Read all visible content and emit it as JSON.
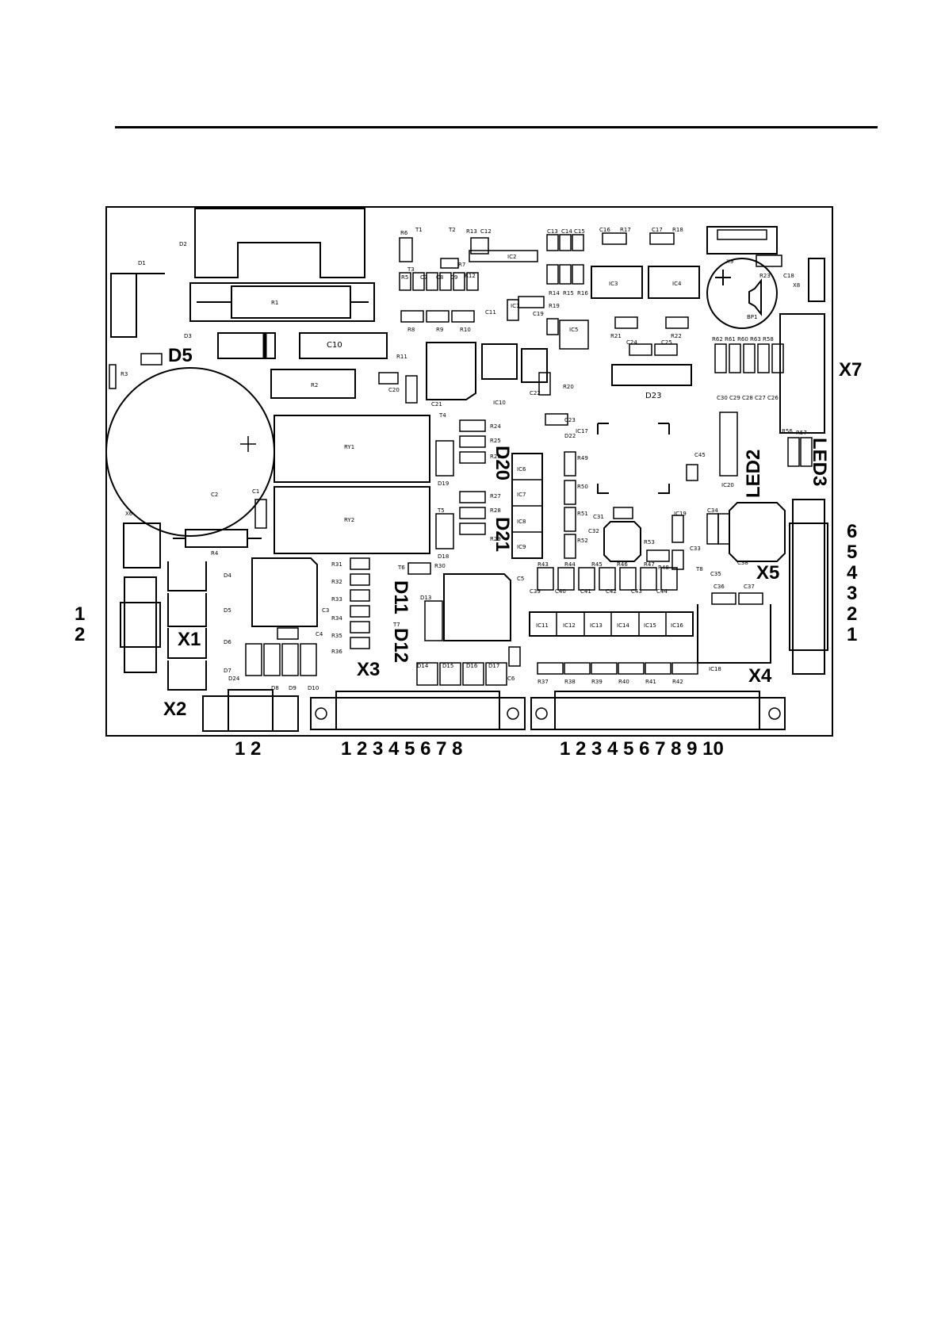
{
  "board": {
    "large_labels": [
      "D5",
      "D20",
      "D21",
      "D11",
      "D12",
      "X1",
      "X2",
      "X3",
      "X4",
      "X5",
      "X7",
      "LED2",
      "LED3"
    ],
    "small_labels": [
      "D1",
      "D2",
      "D3",
      "R1",
      "R2",
      "R3",
      "C10",
      "C2",
      "C1",
      "X6",
      "R4",
      "D4",
      "D5",
      "D6",
      "D7",
      "D24",
      "D8",
      "D9",
      "D10",
      "C3",
      "C4",
      "RY1",
      "RY2",
      "R6",
      "T1",
      "T2",
      "R13",
      "C12",
      "IC2",
      "T3",
      "R7",
      "R5",
      "C7",
      "C8",
      "C9",
      "R12",
      "C11",
      "R8",
      "R9",
      "R10",
      "IC1",
      "R19",
      "C19",
      "IC5",
      "R11",
      "C20",
      "C21",
      "IC10",
      "C22",
      "R20",
      "C13",
      "C14",
      "C15",
      "C16",
      "R17",
      "C17",
      "R18",
      "IC3",
      "IC4",
      "R14",
      "R15",
      "R16",
      "R21",
      "R22",
      "C24",
      "C25",
      "D23",
      "X9",
      "BP1",
      "R23",
      "C18",
      "X8",
      "T4",
      "R24",
      "R25",
      "R26",
      "D19",
      "T5",
      "R27",
      "R28",
      "R29",
      "D18",
      "IC6",
      "IC7",
      "IC8",
      "IC9",
      "C23",
      "D22",
      "IC17",
      "R49",
      "R50",
      "R51",
      "R52",
      "C31",
      "C32",
      "C45",
      "IC20",
      "IC19",
      "R53",
      "C33",
      "C34",
      "C35",
      "C38",
      "T8",
      "R31",
      "R32",
      "R33",
      "R34",
      "R35",
      "R36",
      "T6",
      "R30",
      "T7",
      "D13",
      "D14",
      "D15",
      "D16",
      "D17",
      "C6",
      "R43",
      "R44",
      "R45",
      "R46",
      "R47",
      "R48",
      "C5",
      "C39",
      "C40",
      "C41",
      "C42",
      "C43",
      "C44",
      "IC11",
      "IC12",
      "IC13",
      "IC14",
      "IC15",
      "IC16",
      "IC18",
      "C36",
      "C37",
      "R37",
      "R38",
      "R39",
      "R40",
      "R41",
      "R42",
      "R62",
      "R61",
      "R60",
      "R63",
      "R58",
      "C30",
      "C29",
      "C28",
      "C27",
      "C26",
      "R56",
      "R57"
    ],
    "pin_labels": {
      "x2_pins": "1 2",
      "x3_pins": "1 2 3 4 5 6 7 8",
      "x4_pins": "1 2 3 4 5 6 7 8 9 10",
      "x1_pins": [
        "1",
        "2"
      ],
      "x5_pins": [
        "6",
        "5",
        "4",
        "3",
        "2",
        "1"
      ]
    }
  }
}
